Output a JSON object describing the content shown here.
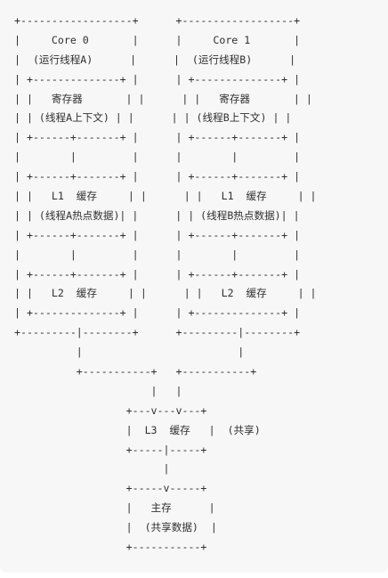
{
  "diagram": {
    "lines": [
      "+------------------+      +------------------+",
      "|     Core 0       |      |     Core 1       |",
      "|  (运行线程A)      |      |  (运行线程B)      |",
      "| +--------------+ |      | +--------------+ |",
      "| |   寄存器       | |      | |   寄存器       | |",
      "| | (线程A上下文) | |      | | (线程B上下文) | |",
      "| +------+-------+ |      | +------+-------+ |",
      "|        |         |      |        |         |",
      "| +------+-------+ |      | +------+-------+ |",
      "| |   L1  缓存     | |      | |   L1  缓存     | |",
      "| | (线程A热点数据)| |      | | (线程B热点数据)| |",
      "| +------+-------+ |      | +------+-------+ |",
      "|        |         |      |        |         |",
      "| +------+-------+ |      | +------+-------+ |",
      "| |   L2  缓存     | |      | |   L2  缓存     | |",
      "| +--------------+ |      | +--------------+ |",
      "+---------|--------+      +---------|--------+",
      "          |                         |",
      "          +-----------+   +-----------+",
      "                      |   |",
      "                  +---v---v---+",
      "                  |  L3  缓存   |  (共享)",
      "                  +-----|-----+",
      "                        |",
      "                  +-----v-----+",
      "                  |   主存      |",
      "                  |  (共享数据)  |",
      "                  +-----------+"
    ]
  }
}
